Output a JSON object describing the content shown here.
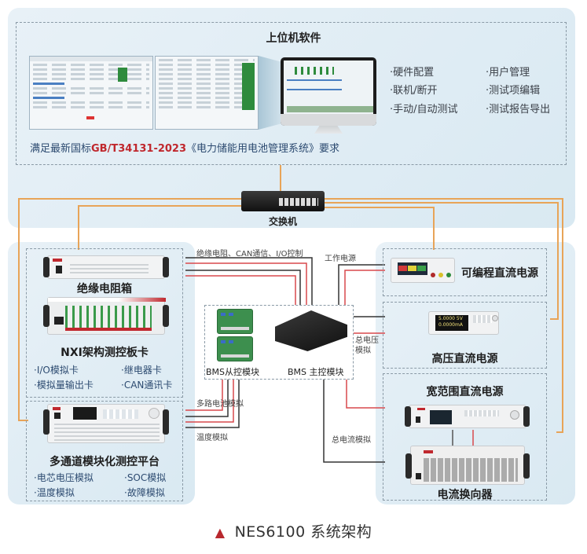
{
  "software": {
    "title": "上位机软件",
    "features_left": [
      "·硬件配置",
      "·联机/断开",
      "·手动/自动测试"
    ],
    "features_right": [
      "·用户管理",
      "·测试项编辑",
      "·测试报告导出"
    ],
    "standard_prefix": "满足最新国标",
    "standard_code": "GB/T34131-2023",
    "standard_suffix": "《电力储能用电池管理系统》要求"
  },
  "switch": {
    "label": "交换机"
  },
  "left_modules": {
    "insulation": {
      "label": "绝缘电阻箱"
    },
    "nxi": {
      "label": "NXI架构测控板卡",
      "cards": [
        "·I/O模拟卡",
        "·继电器卡",
        "·模拟量输出卡",
        "·CAN通讯卡"
      ]
    },
    "platform": {
      "label": "多通道模块化测控平台",
      "features": [
        "·电芯电压模拟",
        "·SOC模拟",
        "·温度模拟",
        "·故障模拟"
      ]
    }
  },
  "bms": {
    "slave_label": "BMS从控模块",
    "master_label": "BMS 主控模块"
  },
  "right_modules": {
    "programmable_psu": {
      "label": "可编程直流电源"
    },
    "hv_psu": {
      "label": "高压直流电源",
      "display_v": "5.0000 5V",
      "display_a": "0.0000mA"
    },
    "wide_psu": {
      "label": "宽范围直流电源"
    },
    "commutator": {
      "label": "电流换向器"
    }
  },
  "wire_labels": {
    "top_bus": "绝缘电阻、CAN通信、I/O控制",
    "work_power": "工作电源",
    "total_voltage": "总电压\n模拟",
    "multi_cell": "多路电池模拟",
    "temperature": "温度模拟",
    "total_current": "总电流模拟"
  },
  "caption": {
    "marker": "▲",
    "text": "NES6100 系统架构"
  },
  "colors": {
    "accent_red": "#c0282e",
    "wire_orange": "#e8a458",
    "wire_red": "#d9494d",
    "wire_black": "#333333"
  }
}
